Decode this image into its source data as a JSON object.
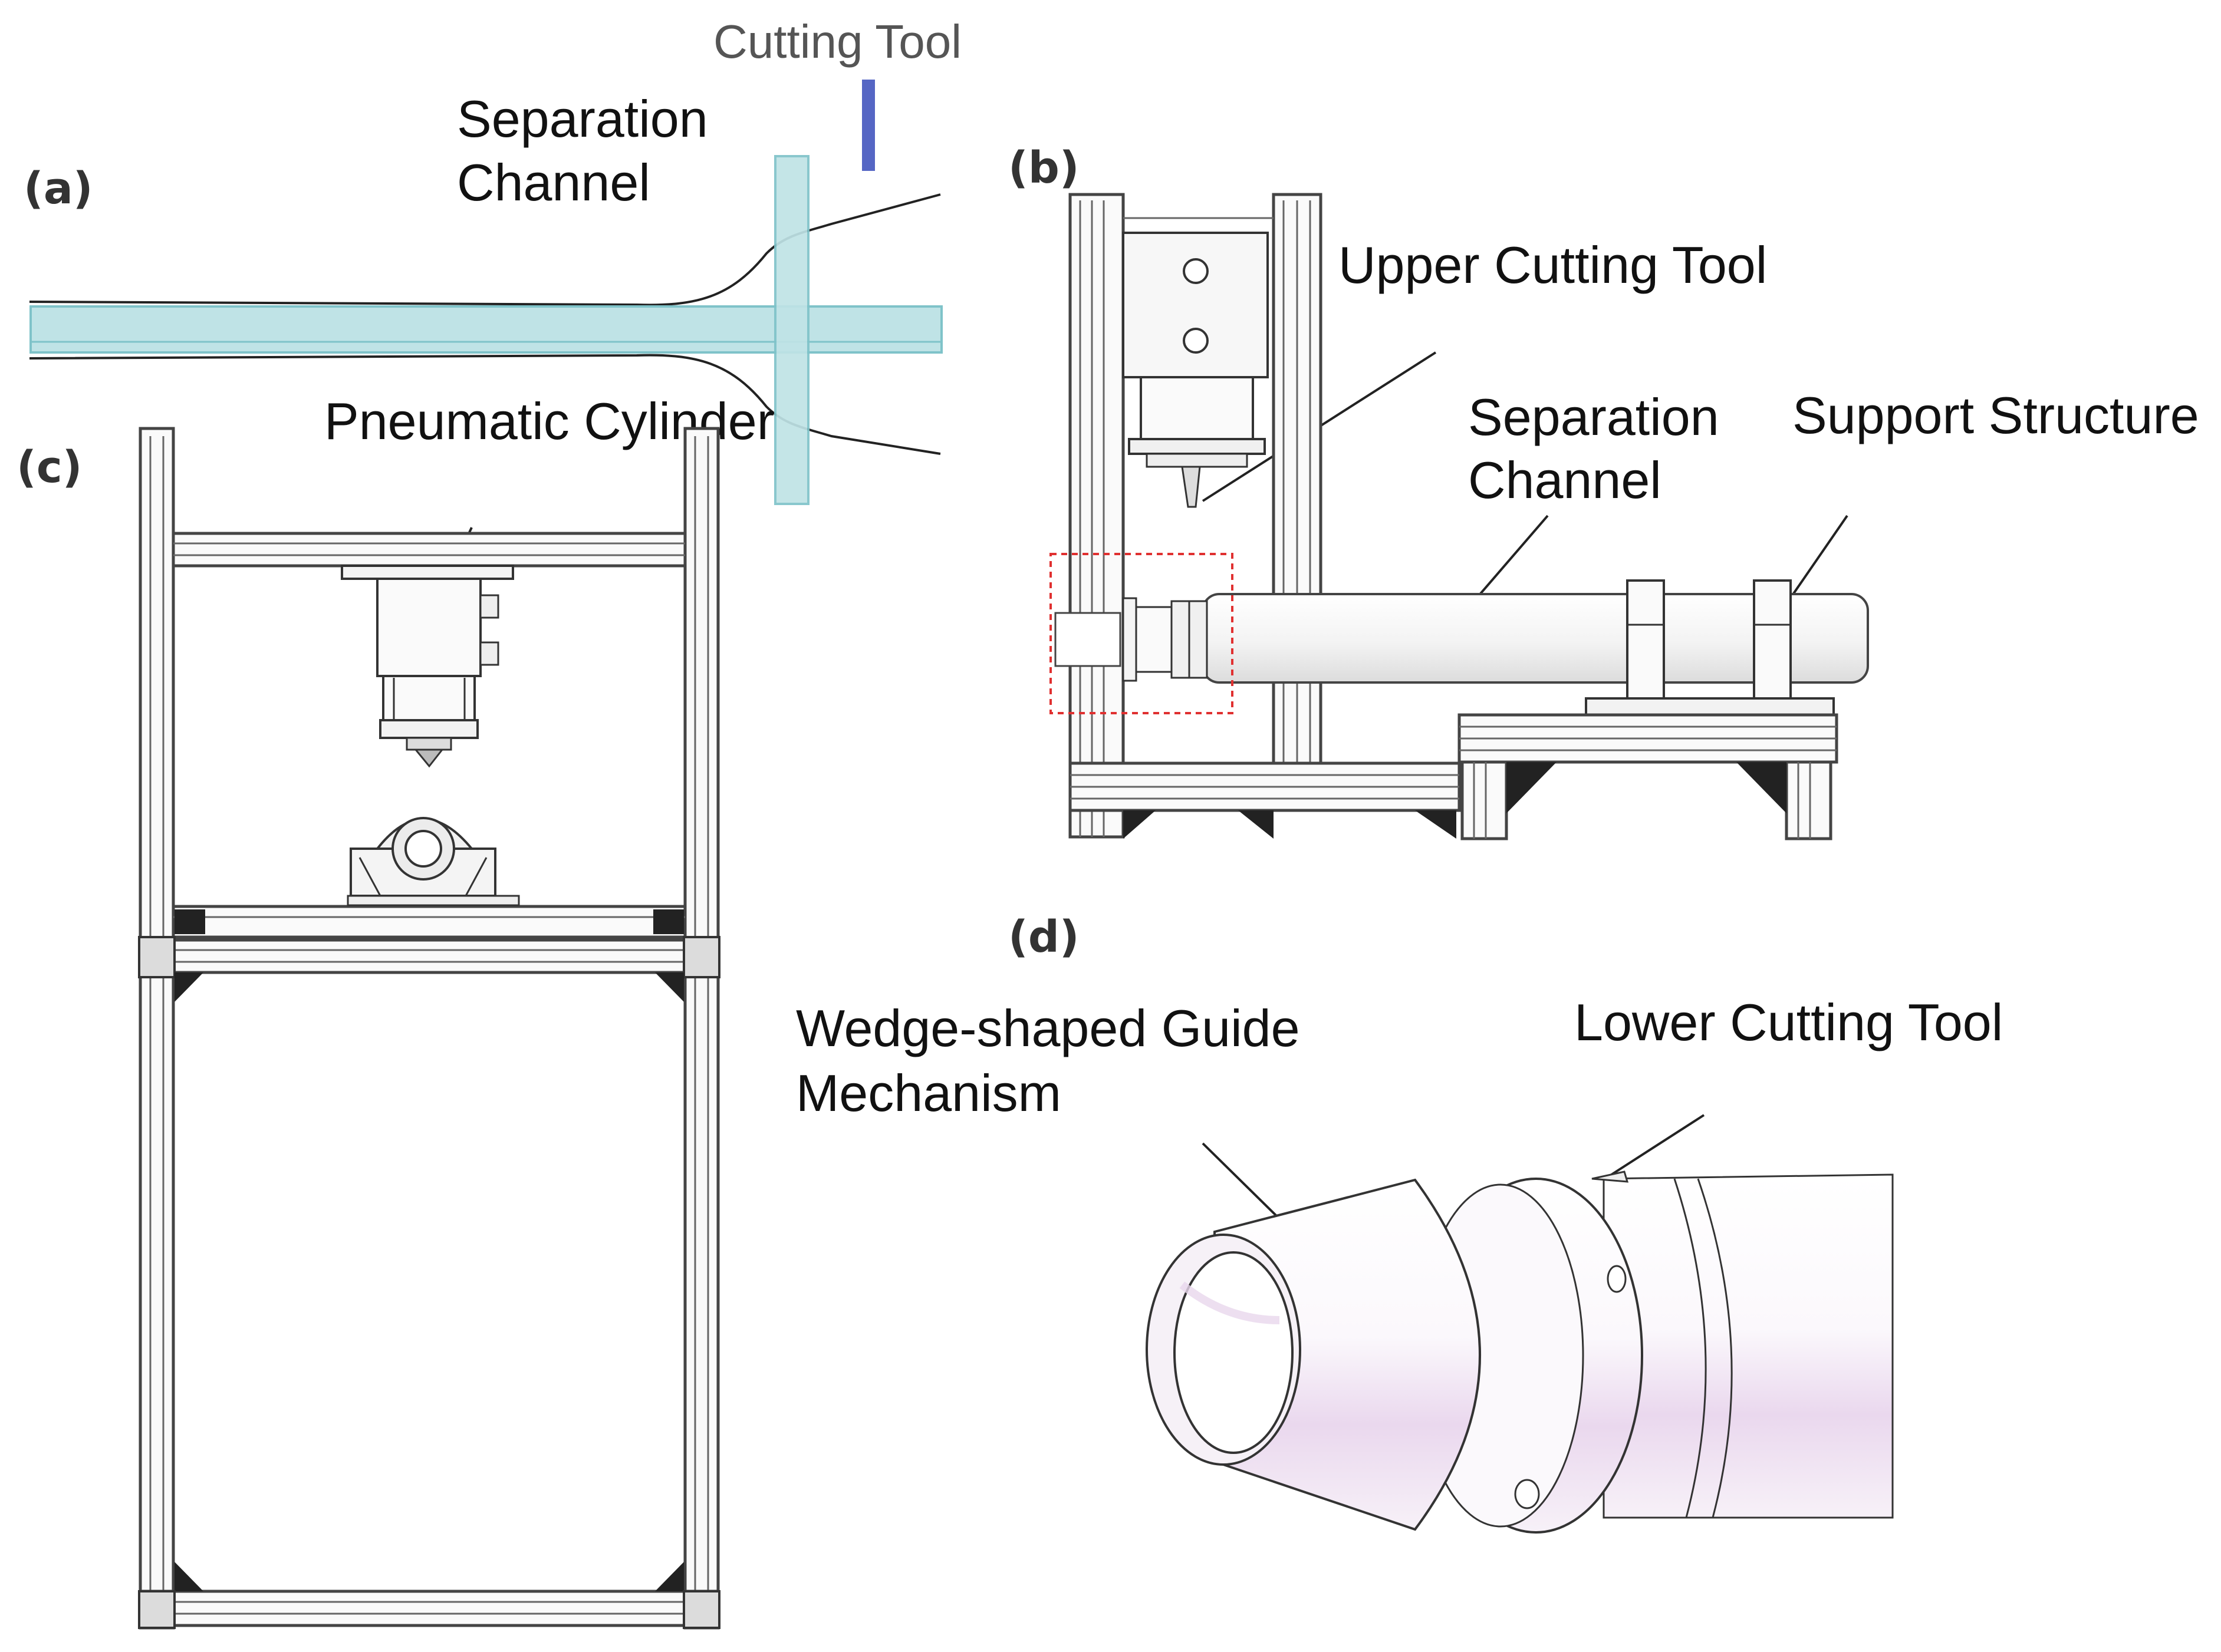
{
  "panel_a": {
    "tag": "(a)",
    "cutting_tool": "Cutting Tool",
    "separation_channel_line1": "Separation",
    "separation_channel_line2": "Channel"
  },
  "panel_b": {
    "tag": "(b)",
    "upper_cutting_tool": "Upper Cutting Tool",
    "separation_channel_line1": "Separation",
    "separation_channel_line2": "Channel",
    "support_structure": "Support Structure"
  },
  "panel_c": {
    "tag": "(c)",
    "pneumatic_cylinder": "Pneumatic Cylinder"
  },
  "panel_d": {
    "tag": "(d)",
    "wedge_guide_line1": "Wedge-shaped Guide",
    "wedge_guide_line2": "Mechanism",
    "lower_cutting_tool": "Lower Cutting Tool"
  },
  "colors": {
    "channel_fill": "#bfe3e6",
    "channel_stroke": "#7fc3c9",
    "tool_blue": "#5566c4",
    "highlight_red": "#e03030",
    "cone_tint": "#efe6f2"
  }
}
